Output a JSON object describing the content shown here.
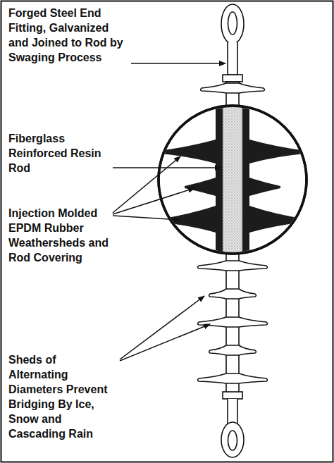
{
  "diagram": {
    "labels": [
      "Forged Steel End Fitting, Galvanized and Joined to Rod by Swaging Process",
      "Fiberglass Reinforced Resin Rod",
      "Injection Molded EPDM Rubber Weathersheds and Rod Covering",
      "Sheds of Alternating Diameters Prevent Bridging By Ice, Snow and Cascading Rain"
    ]
  }
}
